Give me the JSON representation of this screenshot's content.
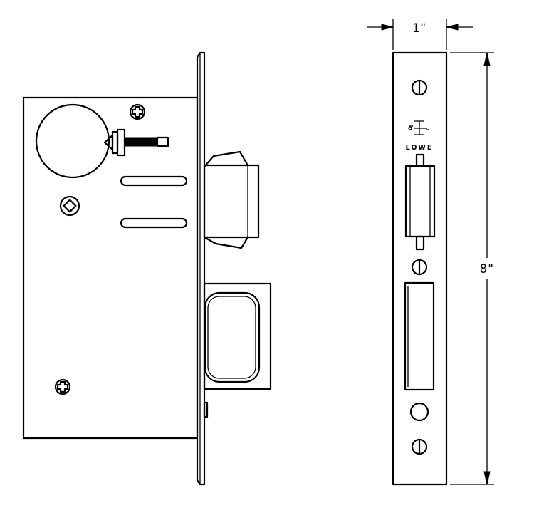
{
  "dimensions": {
    "width_label": "1\"",
    "height_label": "8\""
  },
  "faceplate": {
    "brand_name": "LOWE"
  },
  "colors": {
    "stroke": "#000000",
    "background": "#ffffff"
  }
}
